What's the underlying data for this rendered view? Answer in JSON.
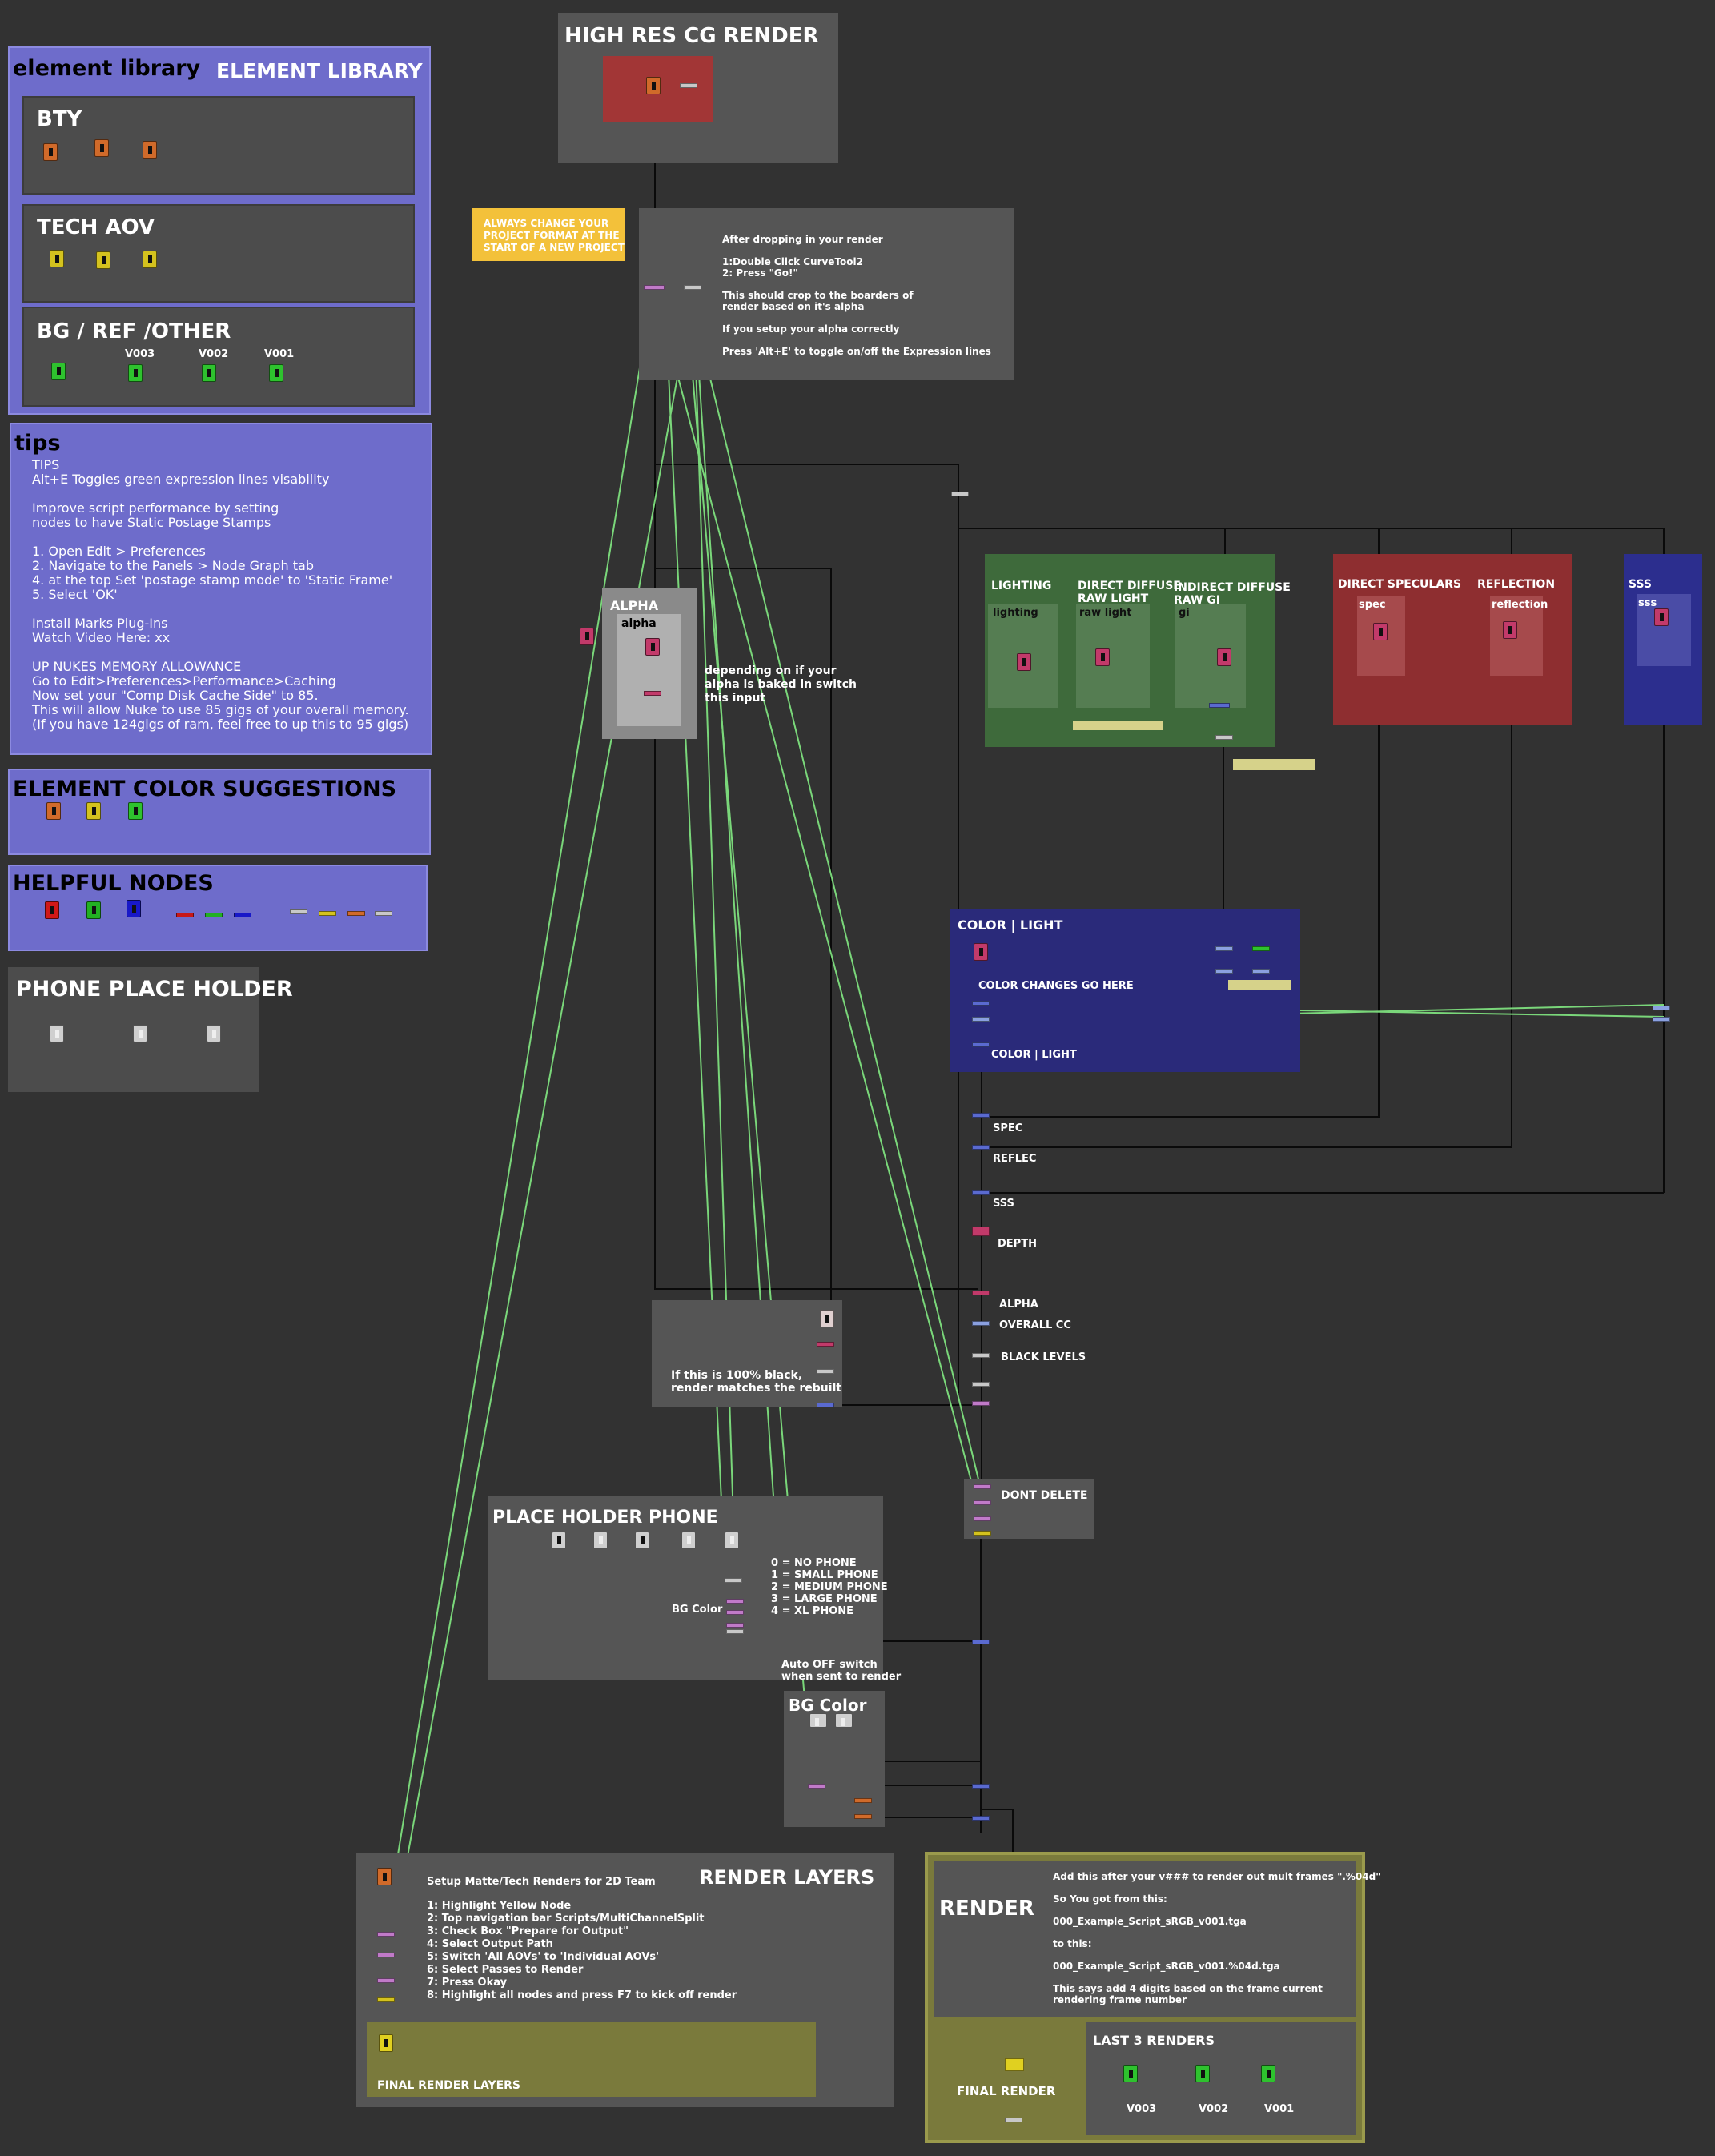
{
  "element_library": {
    "title_big": "element library",
    "title": "ELEMENT LIBRARY",
    "bty": "BTY",
    "tech_aov": "TECH AOV",
    "bg_ref_other": "BG / REF /OTHER",
    "versions": [
      "V003",
      "V002",
      "V001"
    ]
  },
  "tips": {
    "title": "tips",
    "lines": [
      "TIPS",
      "Alt+E Toggles green expression lines visability",
      "",
      "Improve script performance by setting",
      "nodes to have Static Postage Stamps",
      "",
      "1. Open Edit > Preferences",
      "2. Navigate to the Panels > Node Graph tab",
      "4. at the top Set 'postage stamp mode' to 'Static Frame'",
      "5. Select 'OK'",
      "",
      "Install Marks Plug-Ins",
      "Watch Video Here: xx",
      "",
      "UP NUKES MEMORY ALLOWANCE",
      "Go to Edit>Preferences>Performance>Caching",
      "Now set your \"Comp Disk Cache Side\" to 85.",
      "This will allow Nuke to use 85 gigs of your overall memory.",
      "(If you have 124gigs of ram, feel free to up this to 95 gigs)"
    ]
  },
  "element_color_suggestions": {
    "title": "ELEMENT COLOR SUGGESTIONS"
  },
  "helpful_nodes": {
    "title": "HELPFUL NODES"
  },
  "phone_place_holder": {
    "title": "PHONE PLACE HOLDER"
  },
  "high_res": {
    "title": "HIGH RES CG RENDER"
  },
  "sticky_note": "ALWAYS CHANGE YOUR\nPROJECT FORMAT AT THE\nSTART OF A NEW PROJECT",
  "instructions": {
    "lines": [
      "After dropping in your render",
      "",
      "1:Double Click CurveTool2",
      "2: Press \"Go!\"",
      "",
      "This should crop to the boarders of",
      "render based on it's alpha",
      "",
      "If you setup your alpha correctly",
      "",
      "Press 'Alt+E' to toggle on/off the Expression lines"
    ]
  },
  "alpha_box": {
    "title": "ALPHA",
    "label": "alpha",
    "note": "depending on if your\nalpha is baked in switch\nthis input"
  },
  "lighting_group": {
    "lighting": "LIGHTING",
    "lighting_sub": "lighting",
    "direct_diffuse": "DIRECT DIFFUSE\nRAW LIGHT",
    "direct_diffuse_sub": "raw light",
    "indirect_diffuse": "INDIRECT DIFFUSE\nRAW GI",
    "indirect_diffuse_sub": "gi"
  },
  "spec_group": {
    "direct_specular": "DIRECT SPECULARS",
    "spec_sub": "spec",
    "reflection": "REFLECTION",
    "reflection_sub": "reflection"
  },
  "sss_group": {
    "title": "SSS",
    "sub": "sss"
  },
  "color_light": {
    "title": "COLOR | LIGHT",
    "changes": "COLOR CHANGES GO HERE",
    "bottom": "COLOR | LIGHT"
  },
  "pipe_labels": [
    "SPEC",
    "REFLEC",
    "SSS",
    "DEPTH",
    "ALPHA",
    "OVERALL CC",
    "BLACK LEVELS"
  ],
  "diff_box": {
    "note": "If this is 100% black,\nrender matches the rebuilt"
  },
  "dont_delete": {
    "title": "DONT DELETE"
  },
  "place_holder_phone": {
    "title": "PLACE HOLDER PHONE",
    "options": [
      "0 = NO PHONE",
      "1 = SMALL PHONE",
      "2 = MEDIUM PHONE",
      "3 = LARGE PHONE",
      "4 = XL PHONE"
    ],
    "bg_color": "BG Color"
  },
  "auto_off": "Auto OFF switch\nwhen sent to render",
  "bg_color_box": {
    "title": "BG Color"
  },
  "render_layers": {
    "title": "RENDER LAYERS",
    "setup_title": "Setup Matte/Tech Renders for 2D Team",
    "steps": [
      "1: Highlight Yellow Node",
      "2: Top navigation bar Scripts/MultiChannelSplit",
      "3: Check Box \"Prepare for Output\"",
      "4: Select Output Path",
      "5: Switch 'All AOVs' to 'Individual AOVs'",
      "6: Select Passes to Render",
      "7: Press Okay",
      "8: Highlight all nodes and press F7 to kick off render"
    ],
    "final": "FINAL RENDER LAYERS"
  },
  "render": {
    "title": "RENDER",
    "lines": [
      "Add this after your v### to render out mult frames \".%04d\"",
      "",
      "So You got from this:",
      "",
      "000_Example_Script_sRGB_v001.tga",
      "",
      "to this:",
      "",
      "000_Example_Script_sRGB_v001.%04d.tga",
      "",
      "This says add 4 digits based on the frame current",
      "rendering frame number"
    ],
    "final": "FINAL RENDER",
    "last3": "LAST 3 RENDERS",
    "versions": [
      "V003",
      "V002",
      "V001"
    ]
  },
  "colors": {
    "background": "#323232",
    "backdrop_purple": "#6e6ccb",
    "backdrop_grey": "#4c4c4c",
    "lighting_green": "#3e6a3b",
    "spec_red": "#8e2e30",
    "sss_blue": "#2c2e8e",
    "color_light_navy": "#2a2a7a",
    "render_olive": "#7a7a3c",
    "expression_wire": "#7ee07e",
    "sticky_yellow": "#f3c13a"
  }
}
